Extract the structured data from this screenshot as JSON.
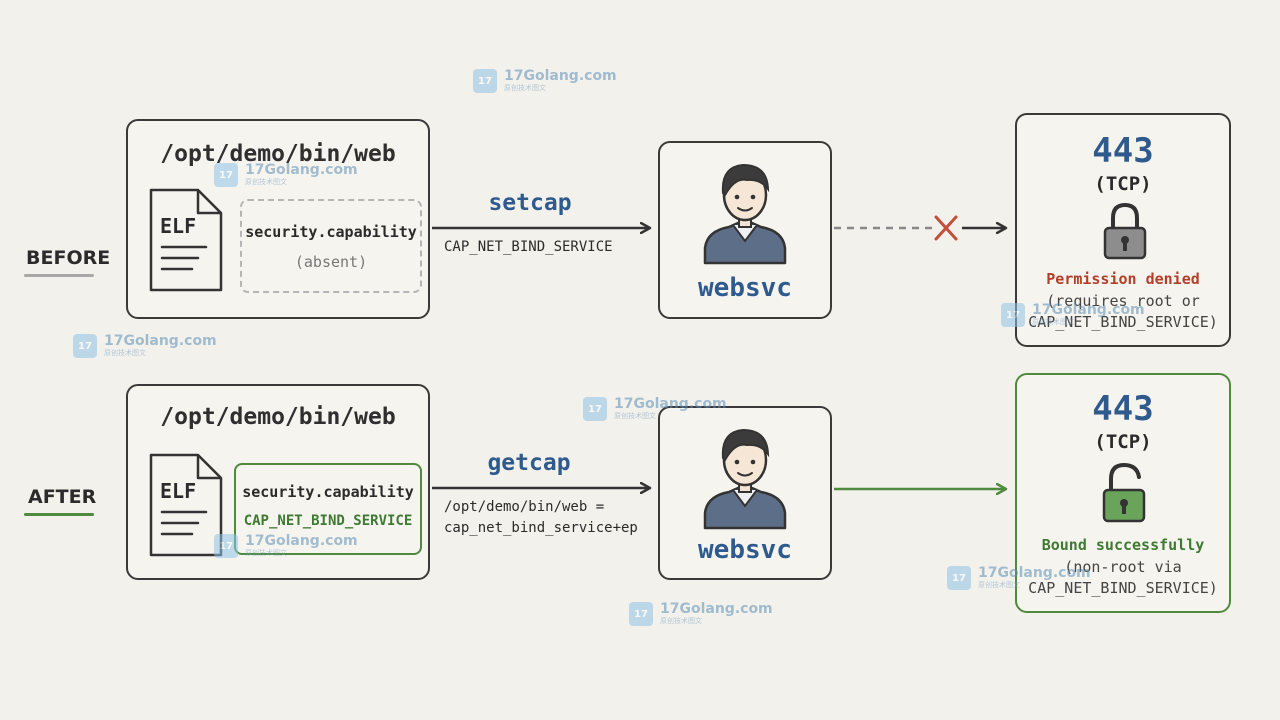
{
  "rows": [
    {
      "label": "BEFORE",
      "label_color": "#a8a8a8",
      "binary_path": "/opt/demo/bin/web",
      "file_type": "ELF",
      "xattr_key": "security.capability",
      "xattr_value": "(absent)",
      "command": "setcap",
      "command_args": [
        "CAP_NET_BIND_SERVICE"
      ],
      "service": "websvc",
      "port": "443",
      "protocol": "(TCP)",
      "lock_state": "locked",
      "status": "Permission denied",
      "status_color": "#b0402a",
      "note": [
        "(requires root or",
        "CAP_NET_BIND_SERVICE)"
      ],
      "connection": "blocked"
    },
    {
      "label": "AFTER",
      "label_color": "#4f8a3e",
      "binary_path": "/opt/demo/bin/web",
      "file_type": "ELF",
      "xattr_key": "security.capability",
      "xattr_value": "CAP_NET_BIND_SERVICE",
      "command": "getcap",
      "command_args": [
        "/opt/demo/bin/web =",
        "cap_net_bind_service+ep"
      ],
      "service": "websvc",
      "port": "443",
      "protocol": "(TCP)",
      "lock_state": "unlocked",
      "status": "Bound successfully",
      "status_color": "#3f7a33",
      "note": [
        "(non-root via",
        "CAP_NET_BIND_SERVICE)"
      ],
      "connection": "allowed"
    }
  ],
  "colors": {
    "accent_blue": "#2f5a8e",
    "success_green": "#4f8a3e",
    "error_red": "#c0503a",
    "border": "#3a3a3a"
  },
  "watermark": {
    "text": "17Golang.com",
    "subtext": "原创技术图文",
    "logo_text": "17"
  }
}
